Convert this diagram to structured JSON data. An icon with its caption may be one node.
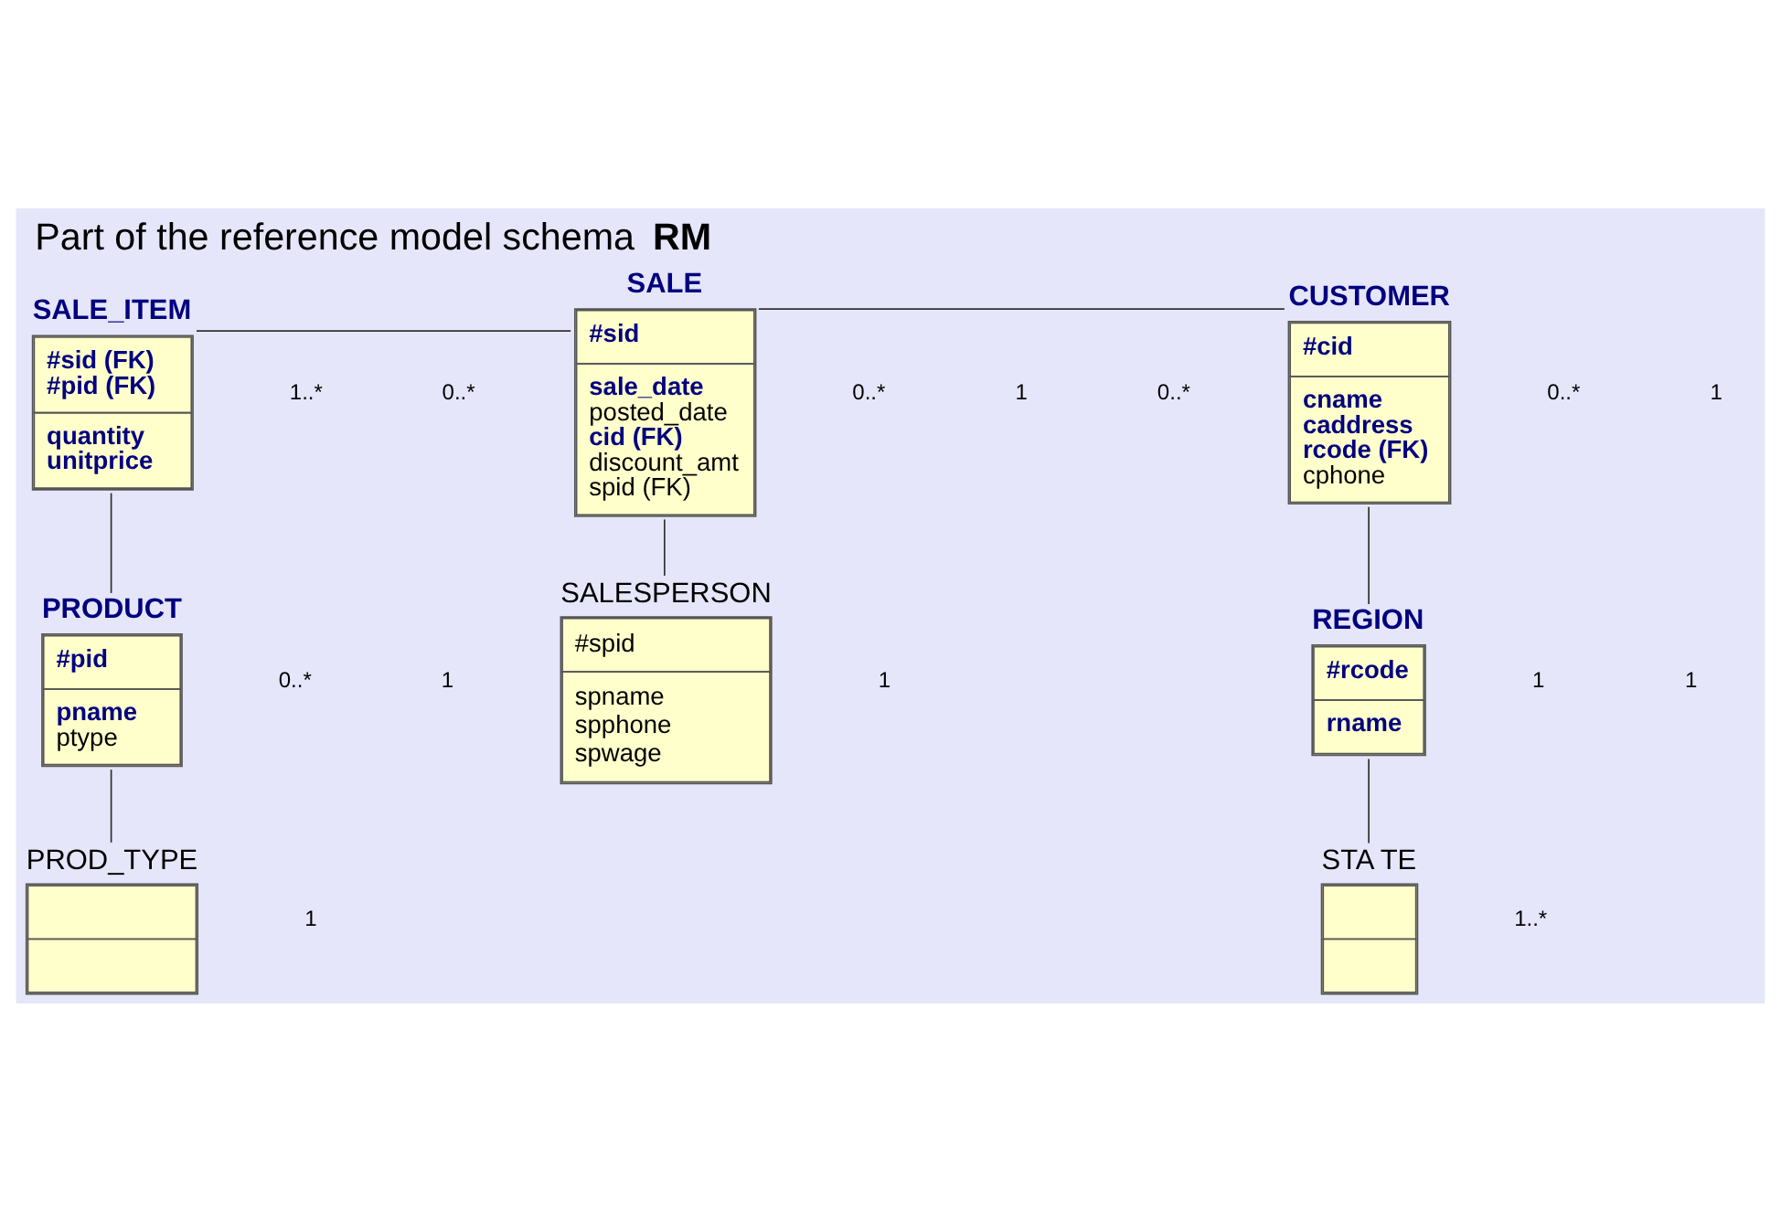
{
  "diagram": {
    "title": "Part of the reference model schema **RM**",
    "nodes": [
      {
        "text": [
          "SALE_ITEM",
          "#sid (FK)",
          "#pid (FK)",
          "quantity",
          "unitprice"
        ]
      },
      {
        "text": [
          "SALE",
          "#sid",
          "sale_date",
          "posted_date",
          "cid (FK)",
          "discount_amt",
          "spid (FK)"
        ]
      },
      {
        "text": [
          "CUSTOMER",
          "#cid",
          "cname",
          "caddress",
          "rcode (FK)",
          "cphone"
        ]
      },
      {
        "text": [
          "PRODUCT",
          "#pid",
          "pname",
          "ptype"
        ]
      },
      {
        "text": [
          "REGION",
          "#rcode",
          "rname"
        ]
      },
      {
        "text": [
          "SALESPERSON",
          "#spid",
          "spname",
          "spphone",
          "spwage"
        ]
      },
      {
        "text": [
          "PROD_TYPE"
        ]
      },
      {
        "text": [
          "STA TE"
        ]
      }
    ],
    "edges": [
      {
        "from": 0,
        "to": 1,
        "arrow": "none"
      },
      {
        "from": 0,
        "to": 3,
        "arrow": "none"
      },
      {
        "from": 1,
        "to": 2,
        "arrow": "none"
      },
      {
        "from": 1,
        "to": 5,
        "arrow": "none"
      },
      {
        "from": 2,
        "to": 4,
        "arrow": "none"
      },
      {
        "from": 3,
        "to": 6,
        "arrow": "none"
      },
      {
        "from": 4,
        "to": 7,
        "arrow": "none"
      }
    ],
    "labels": [
      "0..*",
      "0..*",
      "1",
      "1..*",
      "1",
      "0..*",
      "0..*",
      "1",
      "0..*",
      "1",
      "1",
      "1",
      "1..*",
      "1"
    ]
  }
}
